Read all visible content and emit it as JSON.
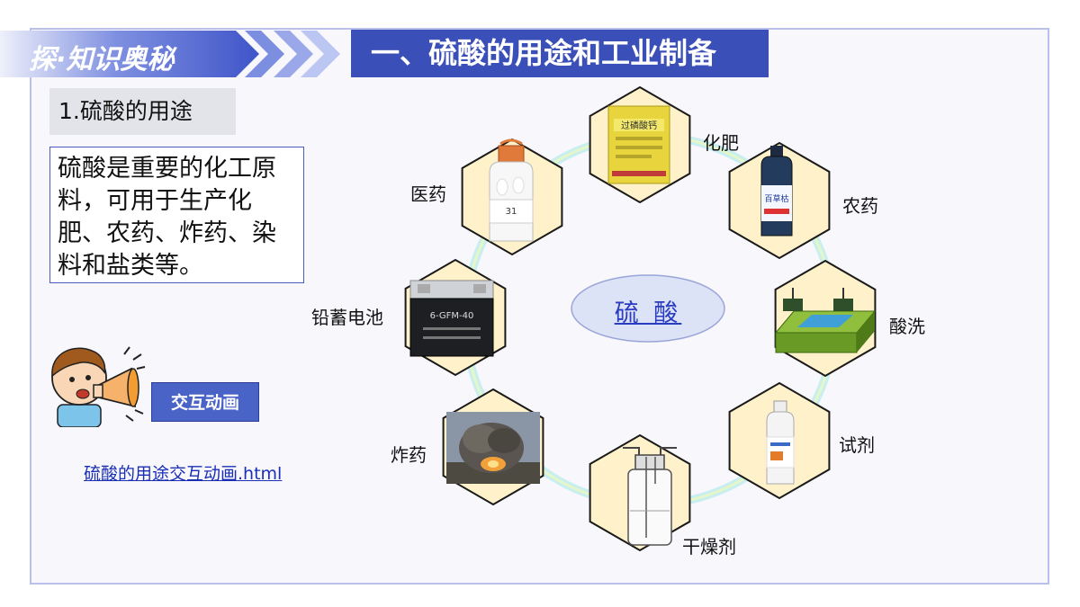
{
  "banner": {
    "left_text": "探·知识奥秘",
    "title": "一、硫酸的用途和工业制备"
  },
  "section": {
    "subtitle": "1.硫酸的用途",
    "description": "硫酸是重要的化工原料，可用于生产化肥、农药、炸药、染料和盐类等。"
  },
  "interactive": {
    "button_label": "交互动画",
    "link_text": "硫酸的用途交互动画.html"
  },
  "center": {
    "label": "硫 酸"
  },
  "uses": [
    {
      "label": "化肥",
      "icon": "fertilizer-bag-icon",
      "card_text": "过磷酸钙"
    },
    {
      "label": "农药",
      "icon": "pesticide-bottle-icon",
      "card_text": "百草枯"
    },
    {
      "label": "酸洗",
      "icon": "pickling-tank-icon"
    },
    {
      "label": "试剂",
      "icon": "reagent-bottle-icon"
    },
    {
      "label": "干燥剂",
      "icon": "gas-washing-bottle-icon"
    },
    {
      "label": "炸药",
      "icon": "explosion-icon"
    },
    {
      "label": "铅蓄电池",
      "icon": "lead-acid-battery-icon",
      "card_text": "6-GFM-40"
    },
    {
      "label": "医药",
      "icon": "medicine-bottle-icon",
      "card_text": "31"
    }
  ],
  "colors": {
    "accent": "#3b4fb8",
    "hex_fill": "#fff1c9",
    "ring": "#c7efe9"
  }
}
